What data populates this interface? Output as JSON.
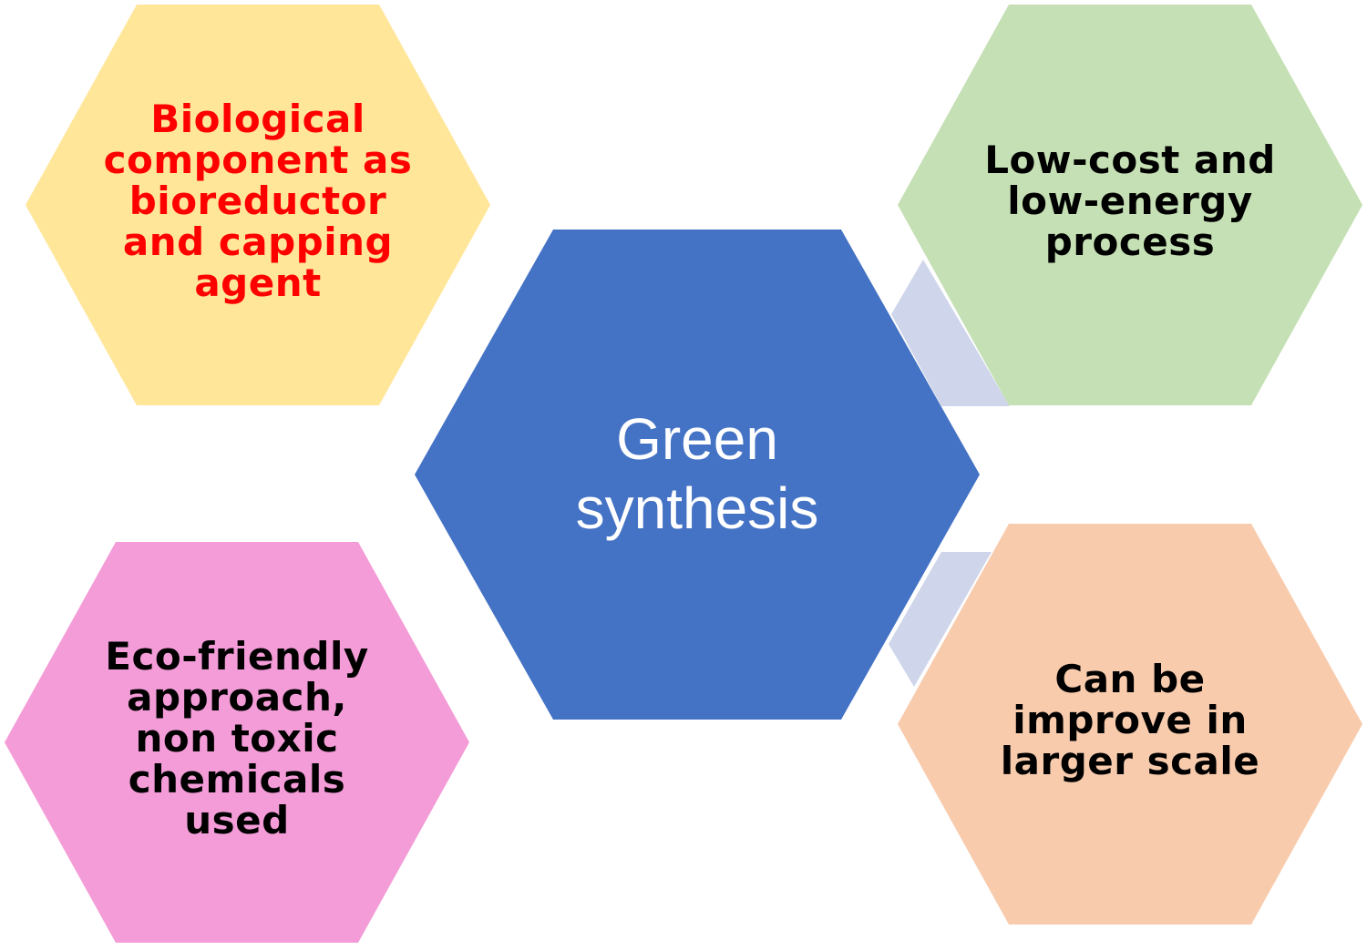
{
  "diagram": {
    "center": {
      "lines": [
        "Green",
        "synthesis"
      ],
      "fill": "#4472C4",
      "text_color": "#FFFFFF"
    },
    "connector_color": "#CFD5EA",
    "nodes": [
      {
        "id": "top-left",
        "lines": [
          "Biological",
          "component as",
          "bioreductor",
          "and capping",
          "agent"
        ],
        "fill": "#FFE699",
        "text_color": "#FF0000"
      },
      {
        "id": "top-right",
        "lines": [
          "Low-cost and",
          "low-energy",
          "process"
        ],
        "fill": "#C5E0B4",
        "text_color": "#000000"
      },
      {
        "id": "bottom-left",
        "lines": [
          "Eco-friendly",
          "approach,",
          "non toxic",
          "chemicals",
          "used"
        ],
        "fill": "#F49CD8",
        "text_color": "#000000"
      },
      {
        "id": "bottom-right",
        "lines": [
          "Can be",
          "improve in",
          "larger scale"
        ],
        "fill": "#F8CBAD",
        "text_color": "#000000"
      }
    ]
  }
}
